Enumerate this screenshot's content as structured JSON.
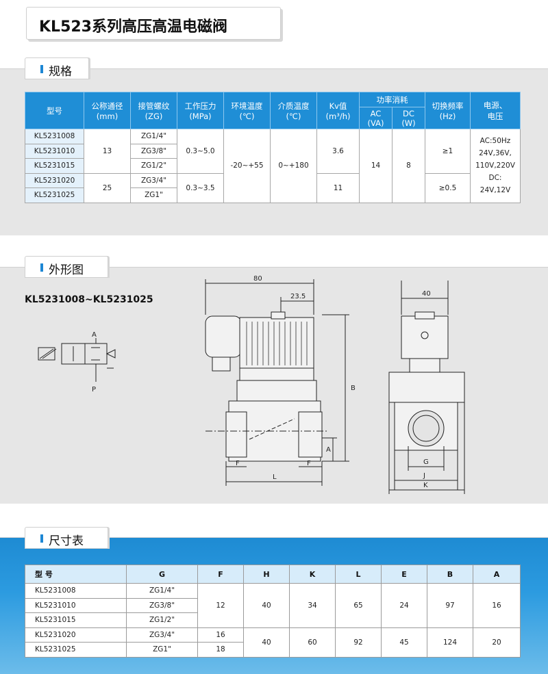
{
  "title": "KL523系列高压高温电磁阀",
  "sections": {
    "spec": "规格",
    "shape": "外形图",
    "dims": "尺寸表"
  },
  "spec_table": {
    "headers": {
      "model": "型号",
      "bore": "公称通径",
      "bore_unit": "(mm)",
      "thread": "接管螺纹",
      "thread_unit": "(ZG)",
      "pressure": "工作压力",
      "pressure_unit": "(MPa)",
      "ambient": "环境温度",
      "ambient_unit": "(℃)",
      "medium": "介质温度",
      "medium_unit": "(℃)",
      "kv": "Kv值",
      "kv_unit": "(m³/h)",
      "power": "功率消耗",
      "ac": "AC",
      "ac_unit": "(VA)",
      "dc": "DC",
      "dc_unit": "(W)",
      "freq": "切换频率",
      "freq_unit": "(Hz)",
      "supply": "电源、",
      "supply2": "电压"
    },
    "rows": [
      {
        "model": "KL5231008",
        "thread": "ZG1/4\""
      },
      {
        "model": "KL5231010",
        "thread": "ZG3/8\""
      },
      {
        "model": "KL5231015",
        "thread": "ZG1/2\""
      },
      {
        "model": "KL5231020",
        "thread": "ZG3/4\""
      },
      {
        "model": "KL5231025",
        "thread": "ZG1\""
      }
    ],
    "bore_a": "13",
    "bore_b": "25",
    "pressure_a": "0.3~5.0",
    "pressure_b": "0.3~3.5",
    "ambient": "-20~+55",
    "medium": "0~+180",
    "kv_a": "3.6",
    "kv_b": "11",
    "ac": "14",
    "dc": "8",
    "freq_a": "≥1",
    "freq_b": "≥0.5",
    "supply_lines": [
      "AC:50Hz",
      "24V,36V,",
      "110V,220V",
      "DC:",
      "24V,12V"
    ]
  },
  "drawing": {
    "model_range": "KL5231008~KL5231025",
    "dim_80": "80",
    "dim_23_5": "23.5",
    "dim_40": "40",
    "label_A": "A",
    "label_P": "P",
    "label_B": "B",
    "label_F": "F",
    "label_L": "L",
    "label_G": "G",
    "label_J": "J",
    "label_K": "K"
  },
  "dim_table": {
    "headers": [
      "型  号",
      "G",
      "F",
      "H",
      "K",
      "L",
      "E",
      "B",
      "A"
    ],
    "rows": [
      {
        "model": "KL5231008",
        "g": "ZG1/4\""
      },
      {
        "model": "KL5231010",
        "g": "ZG3/8\""
      },
      {
        "model": "KL5231015",
        "g": "ZG1/2\""
      },
      {
        "model": "KL5231020",
        "g": "ZG3/4\""
      },
      {
        "model": "KL5231025",
        "g": "ZG1\""
      }
    ],
    "group1": {
      "f": "12",
      "h": "40",
      "k": "34",
      "l": "65",
      "e": "24",
      "b": "97",
      "a": "16"
    },
    "group2": {
      "f1": "16",
      "f2": "18",
      "h": "40",
      "k": "60",
      "l": "92",
      "e": "45",
      "b": "124",
      "a": "20"
    }
  }
}
